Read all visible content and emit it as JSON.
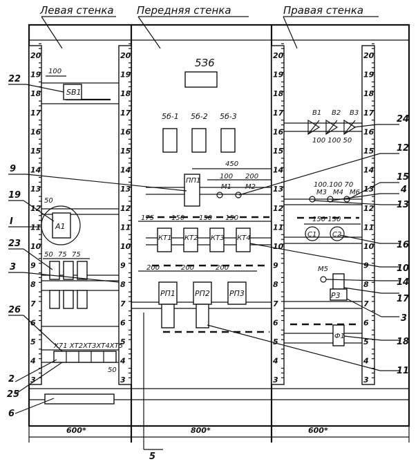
{
  "headers": {
    "left": "Левая стенка",
    "front": "Передняя стенка",
    "right": "Правая стенка"
  },
  "ruler_numbers": [
    "20",
    "19",
    "18",
    "17",
    "16",
    "15",
    "14",
    "13",
    "12",
    "11",
    "10",
    "9",
    "8",
    "7",
    "6",
    "5",
    "4",
    "3"
  ],
  "bottom_dims": {
    "left": "600*",
    "front": "800*",
    "right": "600*"
  },
  "devices": {
    "sb1": "SB1",
    "a1": "A1",
    "roman_one": "I",
    "sb_top": "5З6",
    "sb_1": "5б-1",
    "sb_2": "5б-2",
    "sb_3": "5б-3",
    "pp1": "ПП1",
    "m1": "М1",
    "m2": "М2",
    "kt1": "КТ1",
    "kt2": "КТ2",
    "kt3": "КТ3",
    "kt4": "КТ4",
    "rp1": "РП1",
    "rp2": "РП2",
    "rp3": "РП3",
    "m3": "М3",
    "m4": "М4",
    "m6": "М6",
    "m5": "М5",
    "r3": "Р3",
    "f1": "Ф1",
    "v1": "В1",
    "v2": "В2",
    "v3": "В3",
    "c1": "С1",
    "c2": "С2",
    "terminals": "Х71 ХТ2ХТ3ХТ4ХТ5"
  },
  "dimensions": {
    "d100_top": "100",
    "d50_a1": "50",
    "d50_k": "50",
    "d75a": "75",
    "d75b": "75",
    "d450": "450",
    "d200_m": "200",
    "d100_m": "100",
    "d175": "175",
    "d150a": "150",
    "d150b": "150",
    "d150c": "150",
    "d200a": "200",
    "d200b": "200",
    "d200c": "200",
    "d100_100_70": "100.100 70",
    "d150_130": "150 130",
    "d100_100_50": "100 100 50",
    "d50_term": "50"
  },
  "callouts": {
    "c22": "22",
    "c9": "9",
    "c19": "19",
    "c23": "23",
    "c3a": "3",
    "c26": "26",
    "c2": "2",
    "c25": "25",
    "c6": "6",
    "c5": "5",
    "c24": "24",
    "c12": "12",
    "c15": "15",
    "c4": "4",
    "c13": "13",
    "c16": "16",
    "c10": "10",
    "c14": "14",
    "c17": "17",
    "c3b": "3",
    "c18": "18",
    "c11": "11"
  }
}
